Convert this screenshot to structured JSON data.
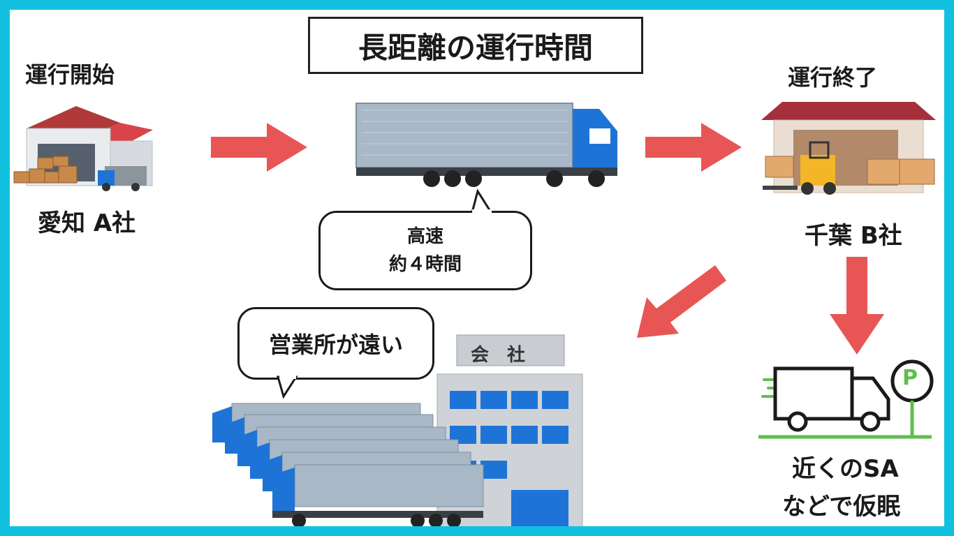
{
  "title": "長距離の運行時間",
  "start": {
    "heading": "運行開始",
    "place": "愛知 A社"
  },
  "end": {
    "heading": "運行終了",
    "place": "千葉 B社"
  },
  "highway_bubble": {
    "line1": "高速",
    "line2": "約４時間"
  },
  "office_bubble": {
    "text": "営業所が遠い"
  },
  "office_sign": "会　社",
  "rest": {
    "line1": "近くのSA",
    "line2": "などで仮眠",
    "parking_letter": "P"
  },
  "colors": {
    "frame": "#11c0df",
    "arrow": "#e85555",
    "truck_blue": "#1e74d6",
    "truck_body": "#a8b8c6",
    "roof_red": "#d9444a",
    "parking_green": "#5fbf4e"
  }
}
